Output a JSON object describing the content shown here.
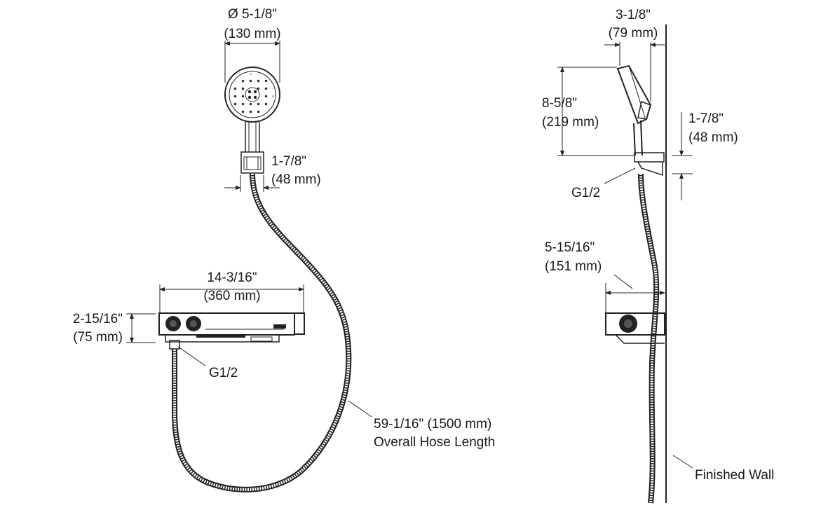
{
  "front_view": {
    "head_diameter": {
      "imperial": "Ø 5-1/8\"",
      "metric": "(130 mm)"
    },
    "holder_width": {
      "imperial": "1-7/8\"",
      "metric": "(48 mm)"
    },
    "mixer_width": {
      "imperial": "14-3/16\"",
      "metric": "(360 mm)"
    },
    "mixer_height": {
      "imperial": "2-15/16\"",
      "metric": "(75 mm)"
    },
    "outlet_thread": "G1/2",
    "hose_length": {
      "value": "59-1/16\" (1500 mm)",
      "label": "Overall Hose Length"
    }
  },
  "side_view": {
    "head_depth": {
      "imperial": "3-1/8\"",
      "metric": "(79 mm)"
    },
    "head_length": {
      "imperial": "8-5/8\"",
      "metric": "(219 mm)"
    },
    "holder_height": {
      "imperial": "1-7/8\"",
      "metric": "(48 mm)"
    },
    "outlet_thread": "G1/2",
    "mixer_projection": {
      "imperial": "5-15/16\"",
      "metric": "(151 mm)"
    },
    "wall_label": "Finished Wall"
  }
}
